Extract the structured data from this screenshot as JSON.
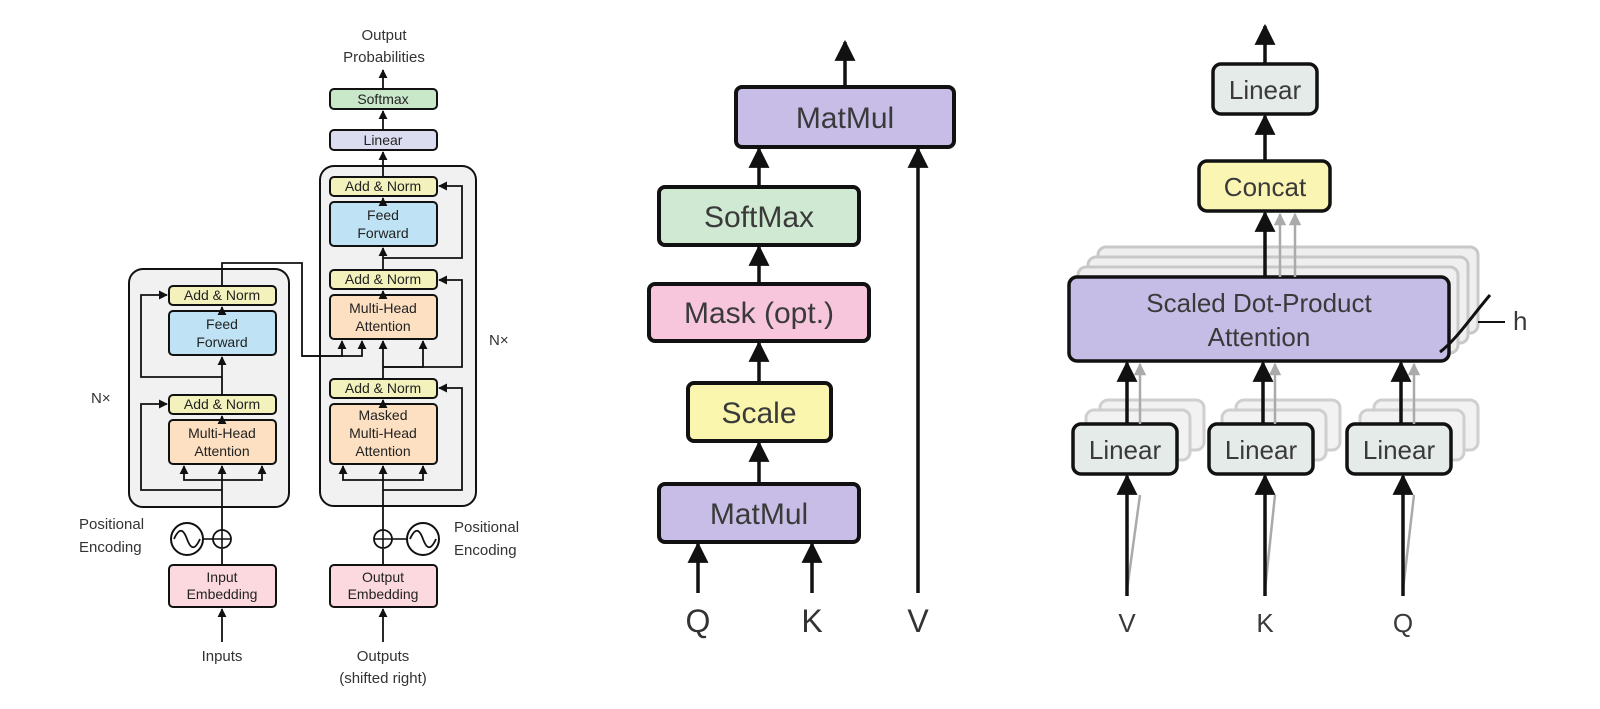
{
  "colors": {
    "add_norm": "#f3f2bd",
    "feed_forward": "#bfe3f4",
    "attention": "#fde0c2",
    "embedding": "#fbd9df",
    "linear": "#dcdcf0",
    "softmax": "#c9e7c9",
    "stack_bg": "#f1f1f1",
    "matmul": "#c7bde6",
    "scale": "#fbf6ad",
    "mask": "#f7c6dc",
    "softmax_big": "#cfe9d2",
    "linear_gray": "#e4ebe9",
    "concat": "#fbf5b3",
    "scaled_attention": "#c6bde7"
  },
  "transformer": {
    "output_probabilities": [
      "Output",
      "Probabilities"
    ],
    "softmax": "Softmax",
    "linear": "Linear",
    "add_norm": "Add & Norm",
    "feed_forward": [
      "Feed",
      "Forward"
    ],
    "multi_head_attention": [
      "Multi-Head",
      "Attention"
    ],
    "masked_multi_head_attention": [
      "Masked",
      "Multi-Head",
      "Attention"
    ],
    "nx": "N×",
    "positional_encoding": [
      "Positional",
      "Encoding"
    ],
    "input_embedding": [
      "Input",
      "Embedding"
    ],
    "output_embedding": [
      "Output",
      "Embedding"
    ],
    "inputs": "Inputs",
    "outputs": [
      "Outputs",
      "(shifted right)"
    ]
  },
  "scaled_dot_product": {
    "matmul_top": "MatMul",
    "softmax": "SoftMax",
    "mask": "Mask (opt.)",
    "scale": "Scale",
    "matmul_bottom": "MatMul",
    "q": "Q",
    "k": "K",
    "v": "V"
  },
  "multi_head": {
    "linear_top": "Linear",
    "concat": "Concat",
    "attention": [
      "Scaled Dot-Product",
      "Attention"
    ],
    "h": "h",
    "linear": "Linear",
    "v": "V",
    "k": "K",
    "q": "Q"
  }
}
